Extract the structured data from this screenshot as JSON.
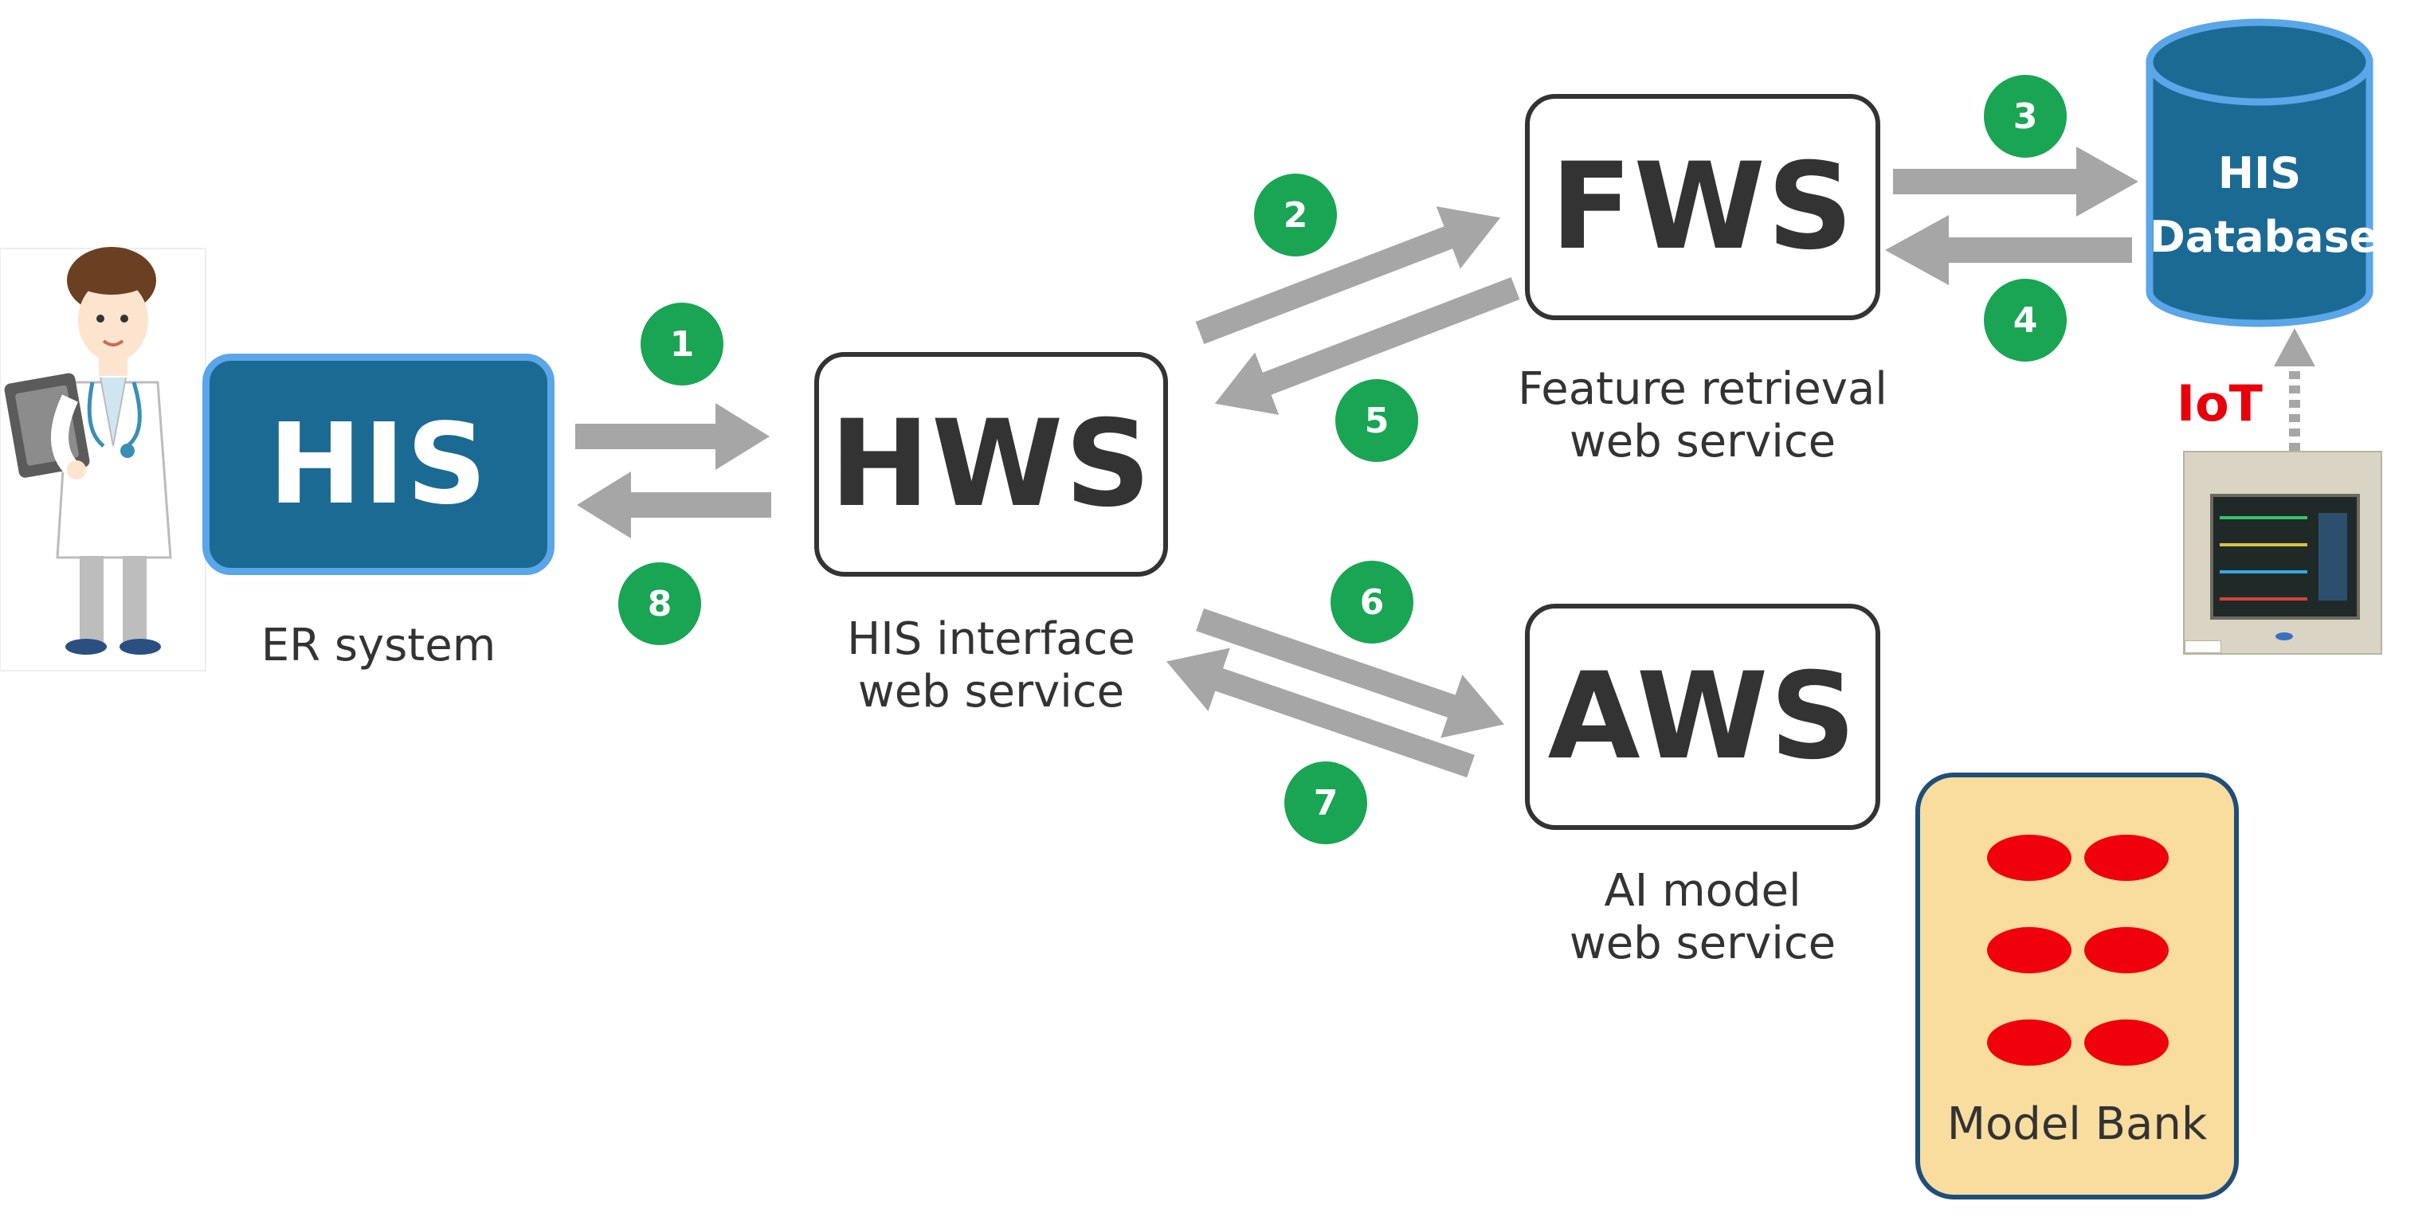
{
  "colors": {
    "arrow": "#a6a6a6",
    "badge": "#19a553",
    "his_fill": "#1b6a94",
    "his_border": "#5aa6e8",
    "database_fill": "#1b6a94",
    "iot_text": "#e8000b",
    "model_bank_fill": "#f8dd9e",
    "model": "#f0000c"
  },
  "his": {
    "title": "HIS",
    "caption": "ER system"
  },
  "hws": {
    "title": "HWS",
    "caption_line1": "HIS interface",
    "caption_line2": "web service"
  },
  "fws": {
    "title": "FWS",
    "caption_line1": "Feature retrieval",
    "caption_line2": "web service"
  },
  "aws": {
    "title": "AWS",
    "caption_line1": "AI model",
    "caption_line2": "web service"
  },
  "database": {
    "line1": "HIS",
    "line2": "Database"
  },
  "iot": {
    "label": "IoT"
  },
  "model_bank": {
    "label": "Model Bank",
    "model_count": 6
  },
  "steps": [
    "1",
    "2",
    "3",
    "4",
    "5",
    "6",
    "7",
    "8"
  ],
  "icons": {
    "doctor": "doctor-illustration",
    "monitor": "patient-monitor-photo"
  }
}
